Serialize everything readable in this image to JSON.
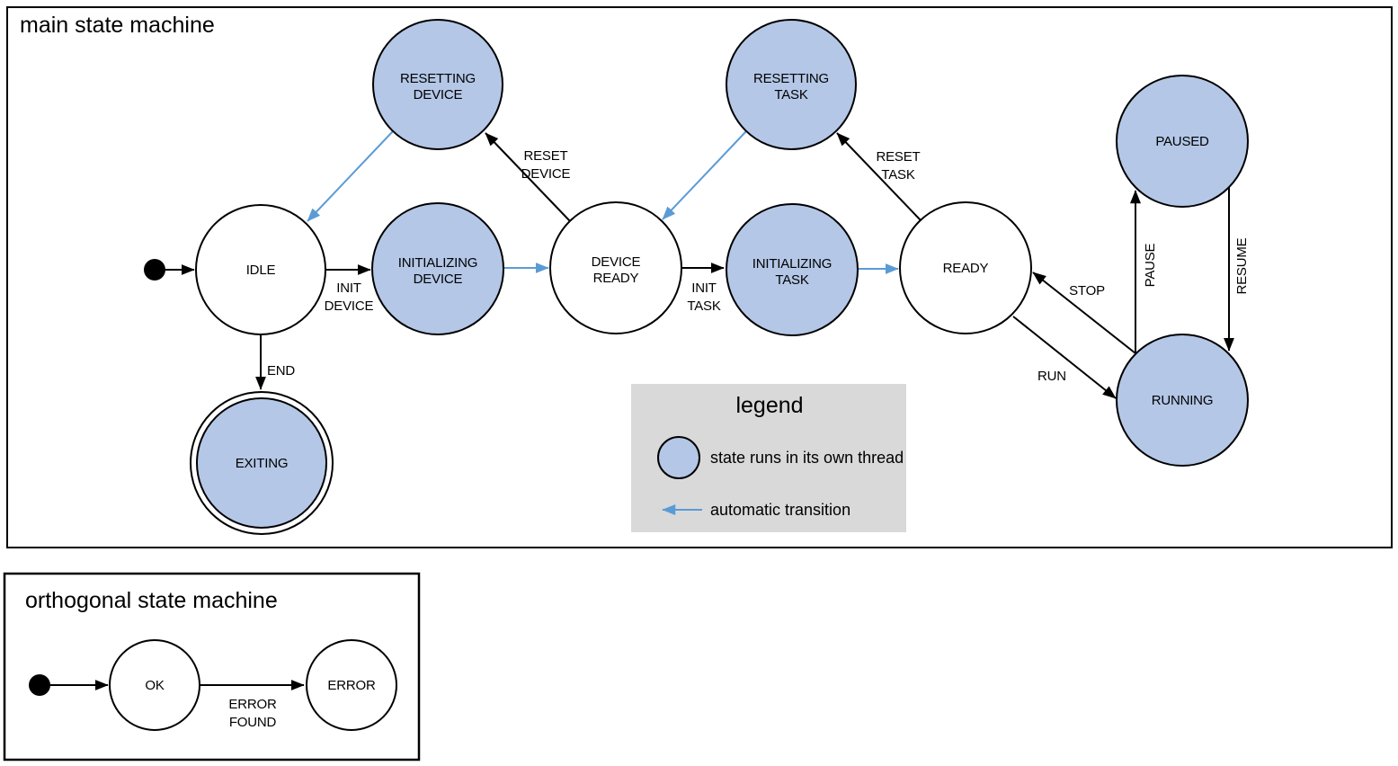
{
  "main": {
    "title": "main state machine",
    "states": {
      "idle": {
        "label": "IDLE"
      },
      "resetting_device": {
        "line1": "RESETTING",
        "line2": "DEVICE"
      },
      "initializing_device": {
        "line1": "INITIALIZING",
        "line2": "DEVICE"
      },
      "device_ready": {
        "line1": "DEVICE",
        "line2": "READY"
      },
      "resetting_task": {
        "line1": "RESETTING",
        "line2": "TASK"
      },
      "initializing_task": {
        "line1": "INITIALIZING",
        "line2": "TASK"
      },
      "ready": {
        "label": "READY"
      },
      "paused": {
        "label": "PAUSED"
      },
      "running": {
        "label": "RUNNING"
      },
      "exiting": {
        "label": "EXITING"
      }
    },
    "transitions": {
      "init_device": {
        "line1": "INIT",
        "line2": "DEVICE"
      },
      "reset_device": {
        "line1": "RESET",
        "line2": "DEVICE"
      },
      "init_task": {
        "line1": "INIT",
        "line2": "TASK"
      },
      "reset_task": {
        "line1": "RESET",
        "line2": "TASK"
      },
      "stop": {
        "label": "STOP"
      },
      "run": {
        "label": "RUN"
      },
      "pause": {
        "label": "PAUSE"
      },
      "resume": {
        "label": "RESUME"
      },
      "end": {
        "label": "END"
      }
    }
  },
  "legend": {
    "title": "legend",
    "thread_label": "state runs in its own thread",
    "auto_label": "automatic transition"
  },
  "orthogonal": {
    "title": "orthogonal state machine",
    "states": {
      "ok": {
        "label": "OK"
      },
      "error": {
        "label": "ERROR"
      }
    },
    "transitions": {
      "error_found": {
        "line1": "ERROR",
        "line2": "FOUND"
      }
    }
  },
  "colors": {
    "threaded_state_fill": "#b4c7e7",
    "auto_transition_blue": "#5b9bd5",
    "legend_background": "#d9d9d9",
    "line_black": "#000000"
  }
}
